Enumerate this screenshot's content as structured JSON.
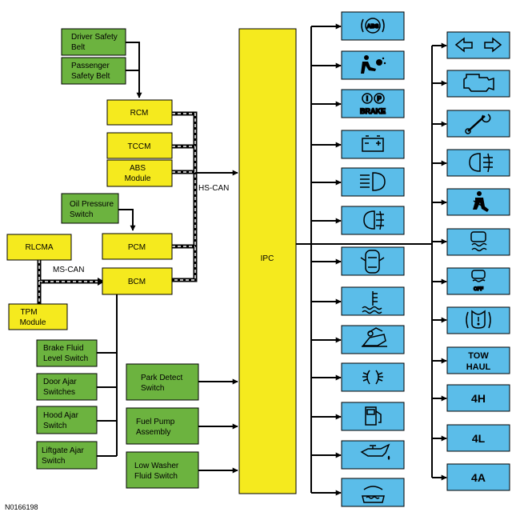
{
  "colors": {
    "module": "#f5ea1e",
    "input": "#6cb33f",
    "indicator": "#5bbde9",
    "line": "#000000"
  },
  "modules": {
    "rcm": "RCM",
    "tccm": "TCCM",
    "abs": [
      "ABS",
      "Module"
    ],
    "pcm": "PCM",
    "bcm": "BCM",
    "rlcma": "RLCMA",
    "tpm": [
      "TPM",
      "Module"
    ],
    "ipc": "IPC"
  },
  "inputs": {
    "driver_belt": [
      "Driver Safety",
      "Belt"
    ],
    "passenger_belt": [
      "Passenger",
      "Safety Belt"
    ],
    "oil_pressure": [
      "Oil Pressure",
      "Switch"
    ],
    "brake_fluid": [
      "Brake Fluid",
      "Level Switch"
    ],
    "door_ajar": [
      "Door Ajar",
      "Switches"
    ],
    "hood_ajar": [
      "Hood Ajar",
      "Switch"
    ],
    "liftgate_ajar": [
      "Liftgate Ajar",
      "Switch"
    ],
    "park_detect": [
      "Park Detect",
      "Switch"
    ],
    "fuel_pump": [
      "Fuel Pump",
      "Assembly"
    ],
    "low_washer": [
      "Low Washer",
      "Fluid Switch"
    ]
  },
  "buses": {
    "hs_can": "HS-CAN",
    "ms_can": "MS-CAN"
  },
  "indicators": {
    "abs_text": "ABS",
    "brake_text": "BRAKE",
    "park_p": "P",
    "park_bang": "!",
    "tow_haul": [
      "TOW",
      "HAUL"
    ],
    "four_h": "4H",
    "four_l": "4L",
    "four_a": "4A",
    "off": "OFF"
  },
  "figure_id": "N0166198"
}
